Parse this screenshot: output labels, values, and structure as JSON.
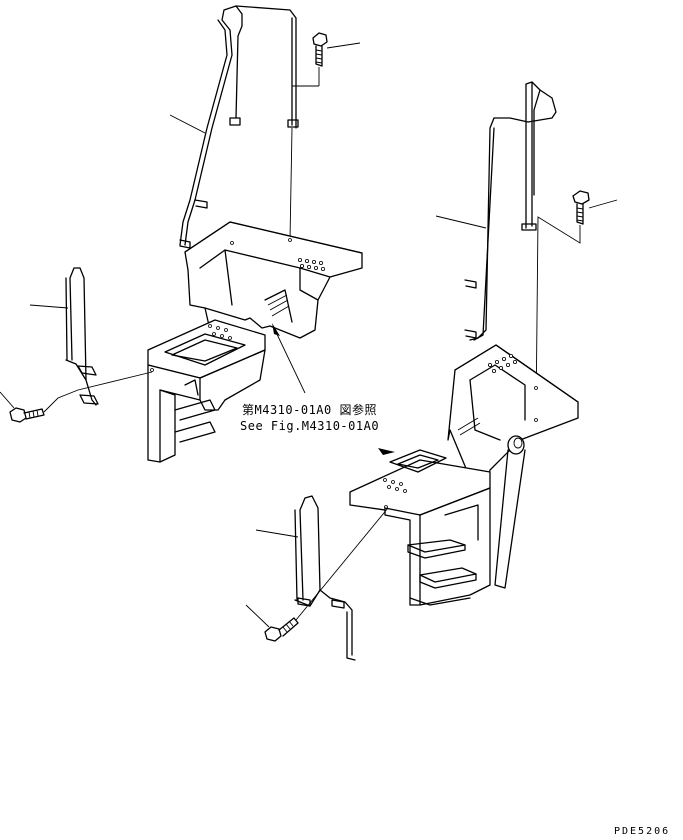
{
  "reference": {
    "japanese": "第M4310-01A0 図参照",
    "english": "See Fig.M4310-01A0"
  },
  "drawing_code": "PDE5206"
}
